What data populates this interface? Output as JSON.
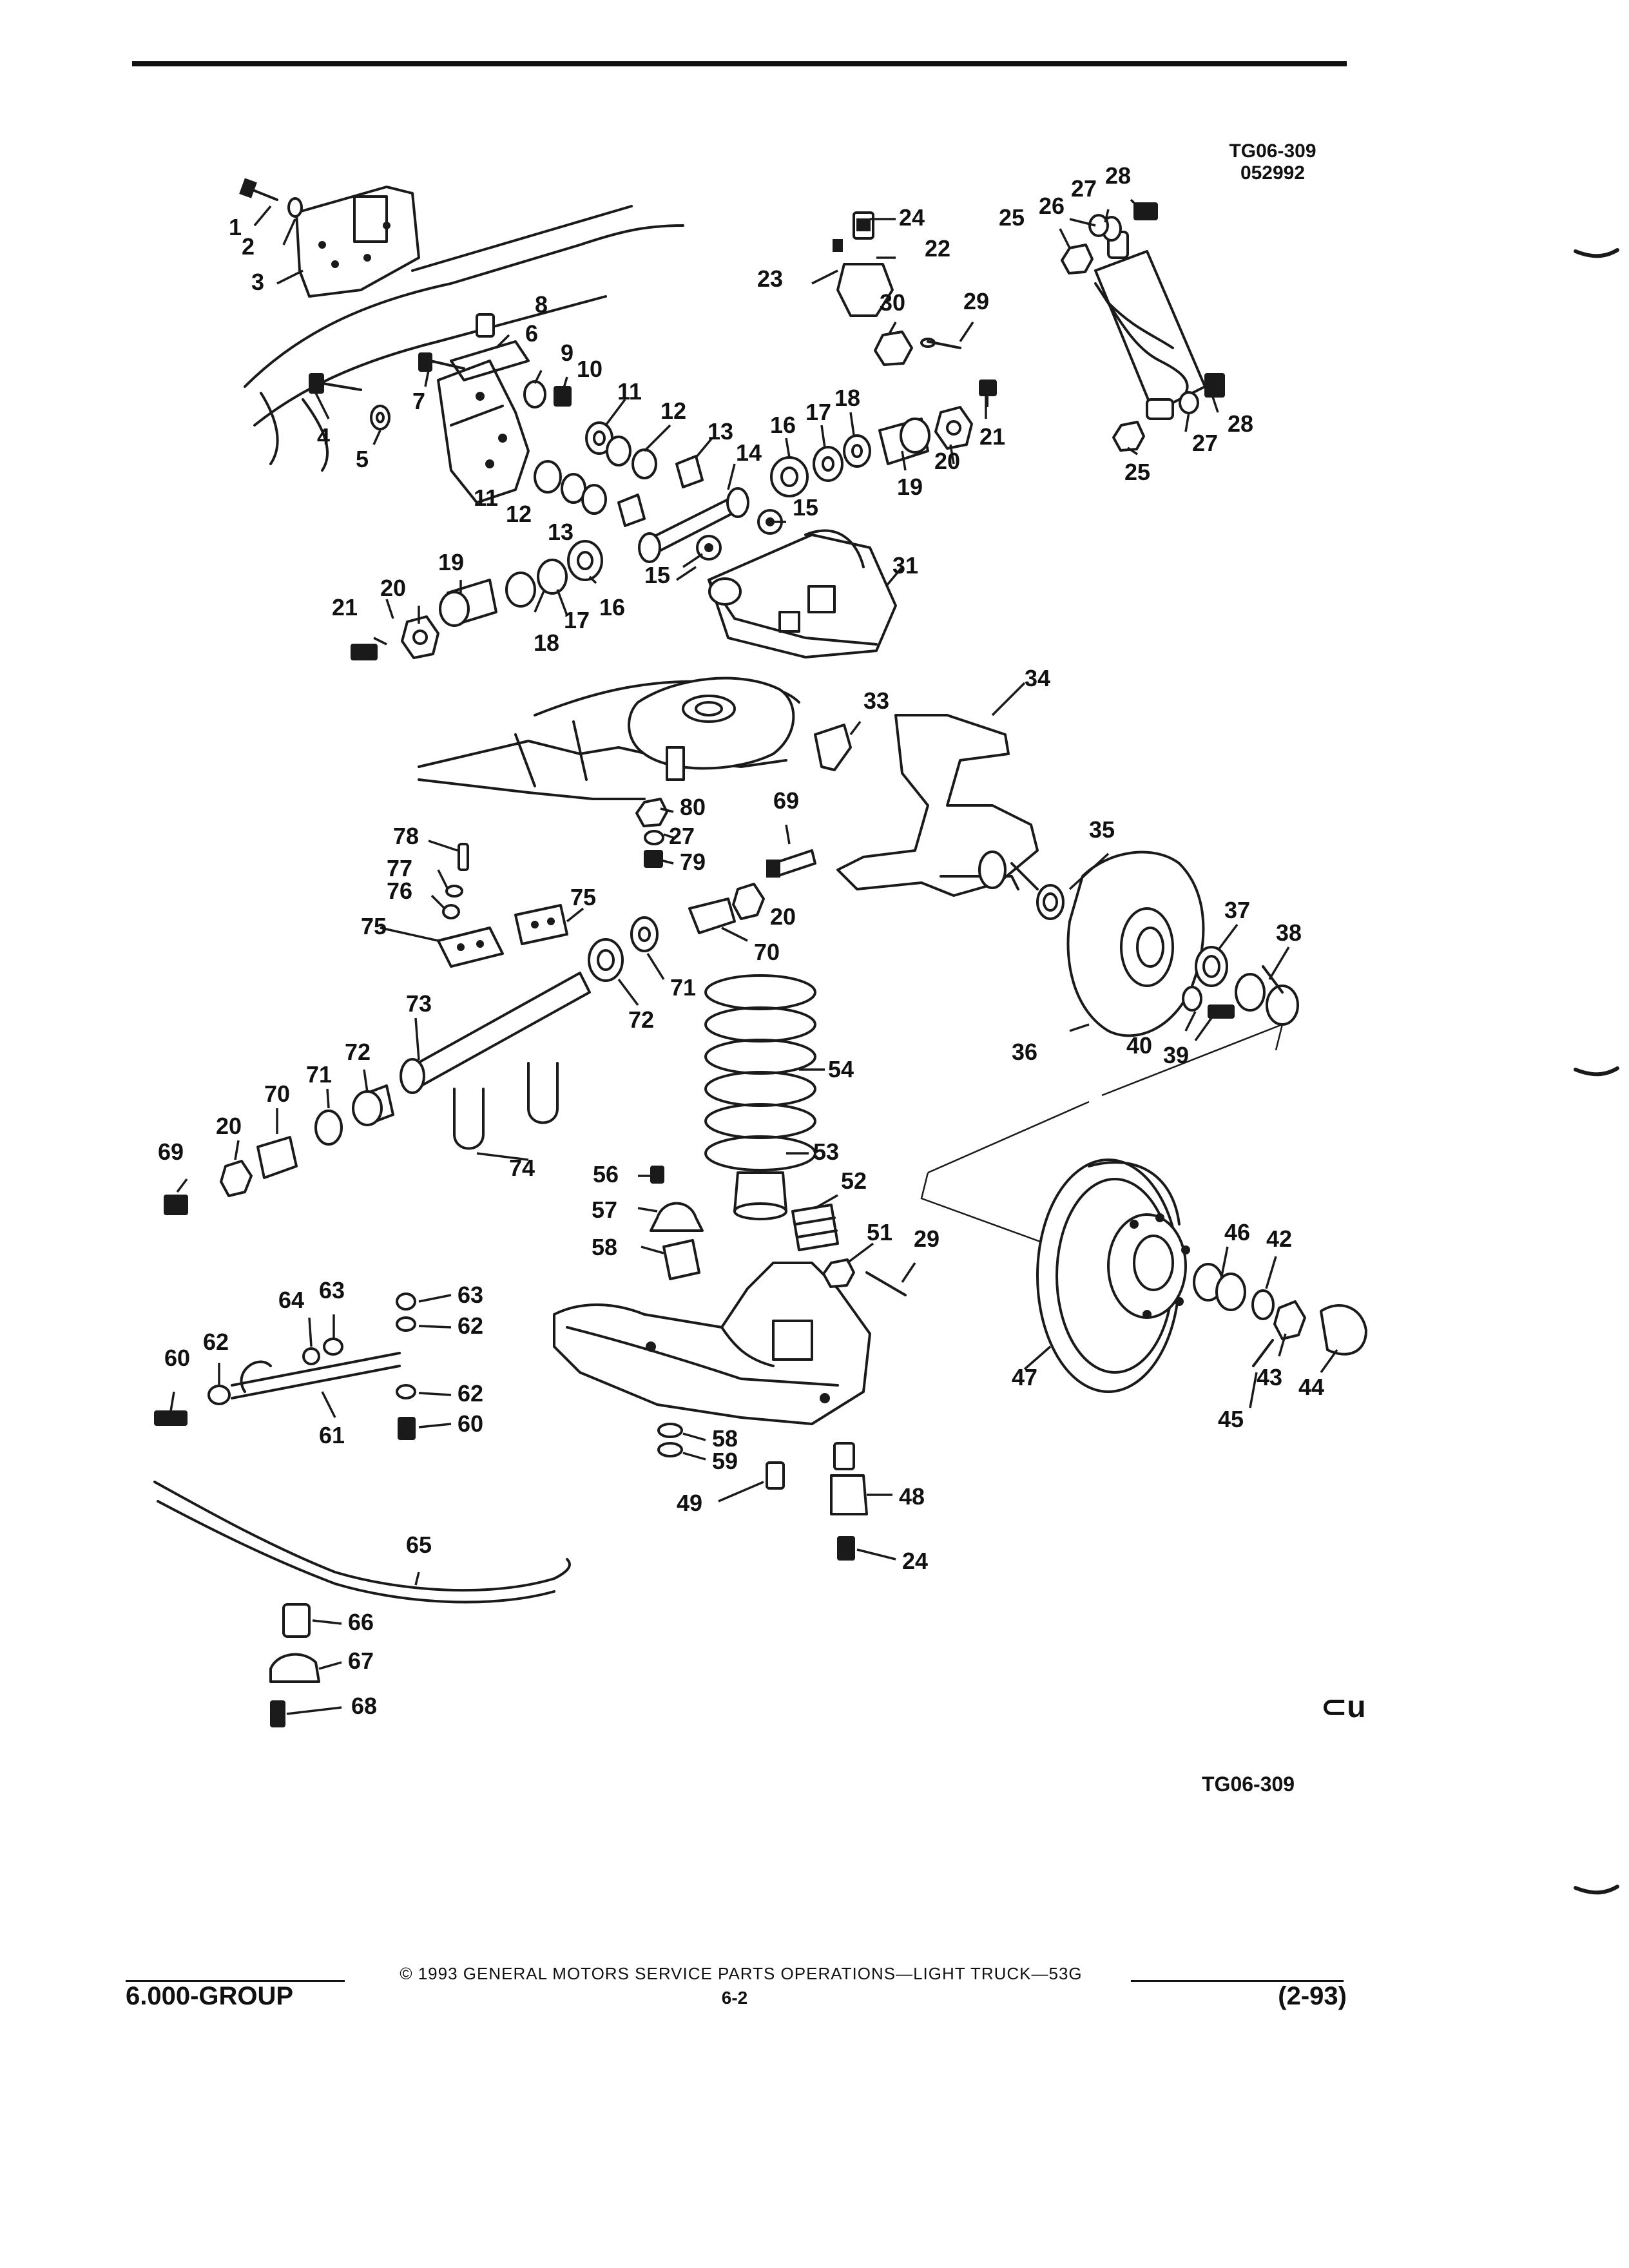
{
  "header": {
    "figure_ref": "TG06-309",
    "figure_date": "052992"
  },
  "diagram": {
    "callouts": [
      "1",
      "2",
      "3",
      "4",
      "5",
      "6",
      "7",
      "8",
      "9",
      "10",
      "11",
      "12",
      "13",
      "14",
      "15",
      "16",
      "17",
      "18",
      "19",
      "20",
      "21",
      "22",
      "23",
      "24",
      "25",
      "26",
      "27",
      "28",
      "29",
      "30",
      "31",
      "33",
      "34",
      "35",
      "36",
      "37",
      "38",
      "39",
      "40",
      "42",
      "43",
      "44",
      "45",
      "46",
      "47",
      "48",
      "49",
      "51",
      "52",
      "53",
      "54",
      "56",
      "57",
      "58",
      "59",
      "60",
      "61",
      "62",
      "63",
      "64",
      "65",
      "66",
      "67",
      "68",
      "69",
      "70",
      "71",
      "72",
      "73",
      "74",
      "75",
      "76",
      "77",
      "78",
      "79",
      "80"
    ],
    "figure_id_bottom": "TG06-309",
    "corner_mark": "⊂u"
  },
  "footer": {
    "copyright": "© 1993 GENERAL MOTORS SERVICE PARTS OPERATIONS—LIGHT TRUCK—53G",
    "group": "6.000-GROUP",
    "page": "6-2",
    "date": "(2-93)"
  }
}
